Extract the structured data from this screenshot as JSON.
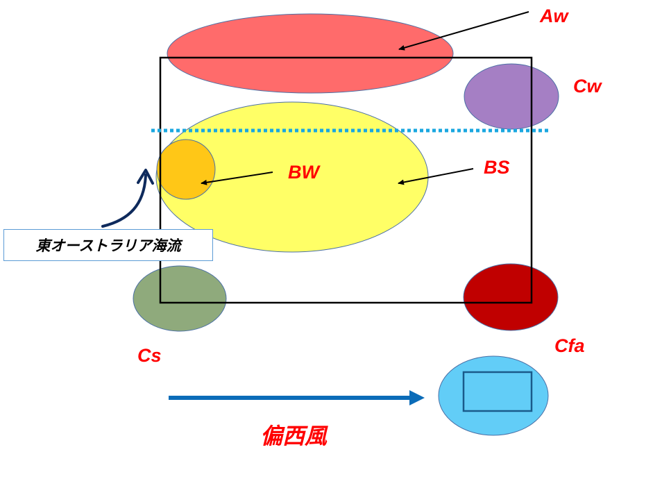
{
  "colors": {
    "aw_fill": "#ff6b6b",
    "cw_fill": "#a57fc4",
    "bs_fill": "#ffff66",
    "bw_fill": "#ffc717",
    "cs_fill": "#8faa7c",
    "cfa_fill": "#c00000",
    "cfb_fill": "#62cdf7",
    "label_red": "#ff0000",
    "dotted_line": "#1aa7e0",
    "wind_arrow": "#0b6cb8",
    "current_arrow": "#0e2a5c"
  },
  "labels": {
    "aw": "Aw",
    "cw": "Cw",
    "bw": "BW",
    "bs": "BS",
    "cs": "Cs",
    "cfa": "Cfa",
    "westerlies": "偏西風",
    "east_australian_current": "東オーストラリア海流"
  }
}
